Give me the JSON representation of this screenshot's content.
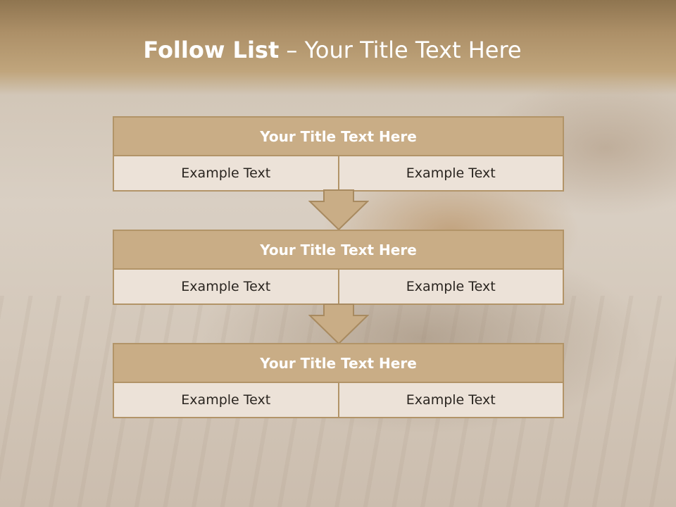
{
  "slide": {
    "title_bold": "Follow List",
    "title_rest": " – Your Title Text Here"
  },
  "steps": [
    {
      "title": "Your Title Text Here",
      "left": "Example Text",
      "right": "Example Text"
    },
    {
      "title": "Your Title Text Here",
      "left": "Example Text",
      "right": "Example Text"
    },
    {
      "title": "Your Title Text Here",
      "left": "Example Text",
      "right": "Example Text"
    }
  ],
  "colors": {
    "header": "#ad9068",
    "block_title": "#c9ad86",
    "cell": "#ece2d8",
    "border": "#b29468",
    "arrow": "#c9ad86"
  }
}
